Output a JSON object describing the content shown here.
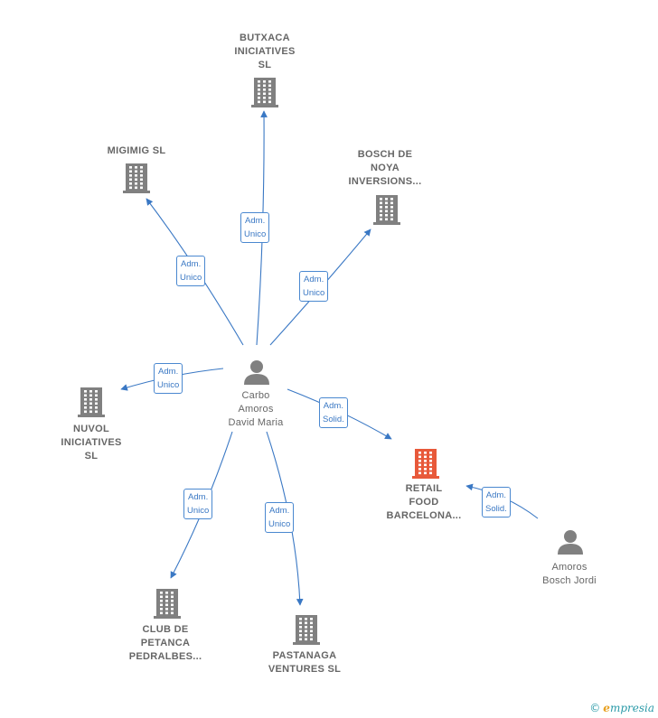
{
  "colors": {
    "company": "#808080",
    "company_highlight": "#e8593a",
    "person": "#808080",
    "edge": "#3a78c4"
  },
  "nodes": [
    {
      "id": "butxaca",
      "kind": "company",
      "label": "BUTXACA\nINICIATIVES\nSL",
      "icon": "building-icon"
    },
    {
      "id": "migimig",
      "kind": "company",
      "label": "MIGIMIG  SL",
      "icon": "building-icon"
    },
    {
      "id": "bosch_noya",
      "kind": "company",
      "label": "BOSCH DE\nNOYA\nINVERSIONS...",
      "icon": "building-icon"
    },
    {
      "id": "nuvol",
      "kind": "company",
      "label": "NUVOL\nINICIATIVES\nSL",
      "icon": "building-icon"
    },
    {
      "id": "carbo",
      "kind": "person",
      "label": "Carbo\nAmoros\nDavid Maria",
      "icon": "person-icon"
    },
    {
      "id": "retail",
      "kind": "company",
      "highlight": true,
      "label": "RETAIL\nFOOD\nBARCELONA...",
      "icon": "building-icon"
    },
    {
      "id": "amoros",
      "kind": "person",
      "label": "Amoros\nBosch Jordi",
      "icon": "person-icon"
    },
    {
      "id": "club",
      "kind": "company",
      "label": "CLUB DE\nPETANCA\nPEDRALBES...",
      "icon": "building-icon"
    },
    {
      "id": "pastanaga",
      "kind": "company",
      "label": "PASTANAGA\nVENTURES  SL",
      "icon": "building-icon"
    }
  ],
  "edges": [
    {
      "id": "e-butxaca",
      "from": "carbo",
      "to": "butxaca",
      "label": "Adm.\nUnico"
    },
    {
      "id": "e-migimig",
      "from": "carbo",
      "to": "migimig",
      "label": "Adm.\nUnico"
    },
    {
      "id": "e-bosch",
      "from": "carbo",
      "to": "bosch_noya",
      "label": "Adm.\nUnico"
    },
    {
      "id": "e-nuvol",
      "from": "carbo",
      "to": "nuvol",
      "label": "Adm.\nUnico"
    },
    {
      "id": "e-retail-carbo",
      "from": "carbo",
      "to": "retail",
      "label": "Adm.\nSolid."
    },
    {
      "id": "e-club",
      "from": "carbo",
      "to": "club",
      "label": "Adm.\nUnico"
    },
    {
      "id": "e-pastanaga",
      "from": "carbo",
      "to": "pastanaga",
      "label": "Adm.\nUnico"
    },
    {
      "id": "e-retail-amoros",
      "from": "amoros",
      "to": "retail",
      "label": "Adm.\nSolid."
    }
  ],
  "footer": {
    "copyright": "©",
    "brand_first": "e",
    "brand_rest": "mpresia"
  }
}
